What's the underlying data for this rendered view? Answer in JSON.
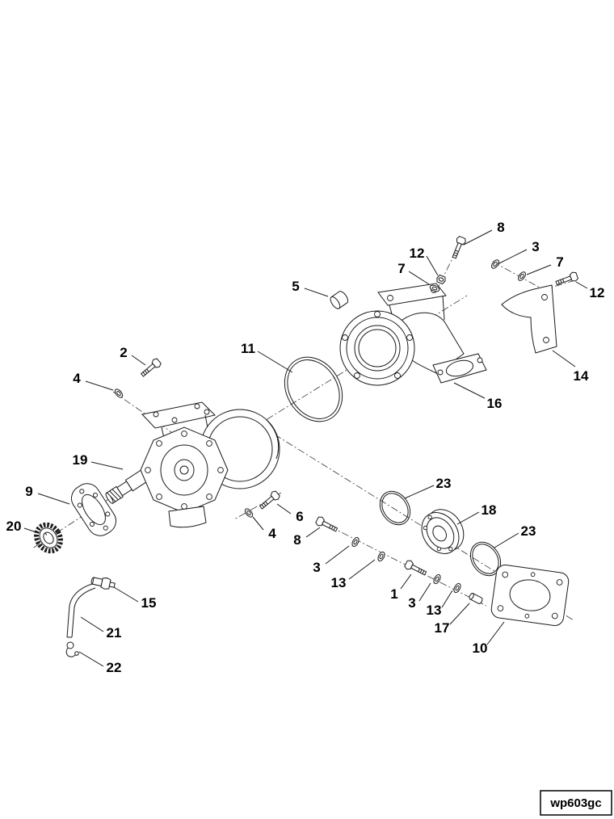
{
  "page": {
    "background": "#ffffff"
  },
  "diagram": {
    "type": "exploded-parts-diagram",
    "drawing_code": "wp603gc",
    "colors": {
      "line": "#1a1a1a",
      "background": "#ffffff"
    },
    "callouts": [
      {
        "label": "8"
      },
      {
        "label": "3"
      },
      {
        "label": "12"
      },
      {
        "label": "7"
      },
      {
        "label": "7"
      },
      {
        "label": "12"
      },
      {
        "label": "5"
      },
      {
        "label": "14"
      },
      {
        "label": "2"
      },
      {
        "label": "11"
      },
      {
        "label": "4"
      },
      {
        "label": "16"
      },
      {
        "label": "19"
      },
      {
        "label": "9"
      },
      {
        "label": "23"
      },
      {
        "label": "20"
      },
      {
        "label": "18"
      },
      {
        "label": "6"
      },
      {
        "label": "4"
      },
      {
        "label": "8"
      },
      {
        "label": "23"
      },
      {
        "label": "3"
      },
      {
        "label": "13"
      },
      {
        "label": "1"
      },
      {
        "label": "15"
      },
      {
        "label": "3"
      },
      {
        "label": "13"
      },
      {
        "label": "17"
      },
      {
        "label": "21"
      },
      {
        "label": "10"
      },
      {
        "label": "22"
      }
    ]
  }
}
